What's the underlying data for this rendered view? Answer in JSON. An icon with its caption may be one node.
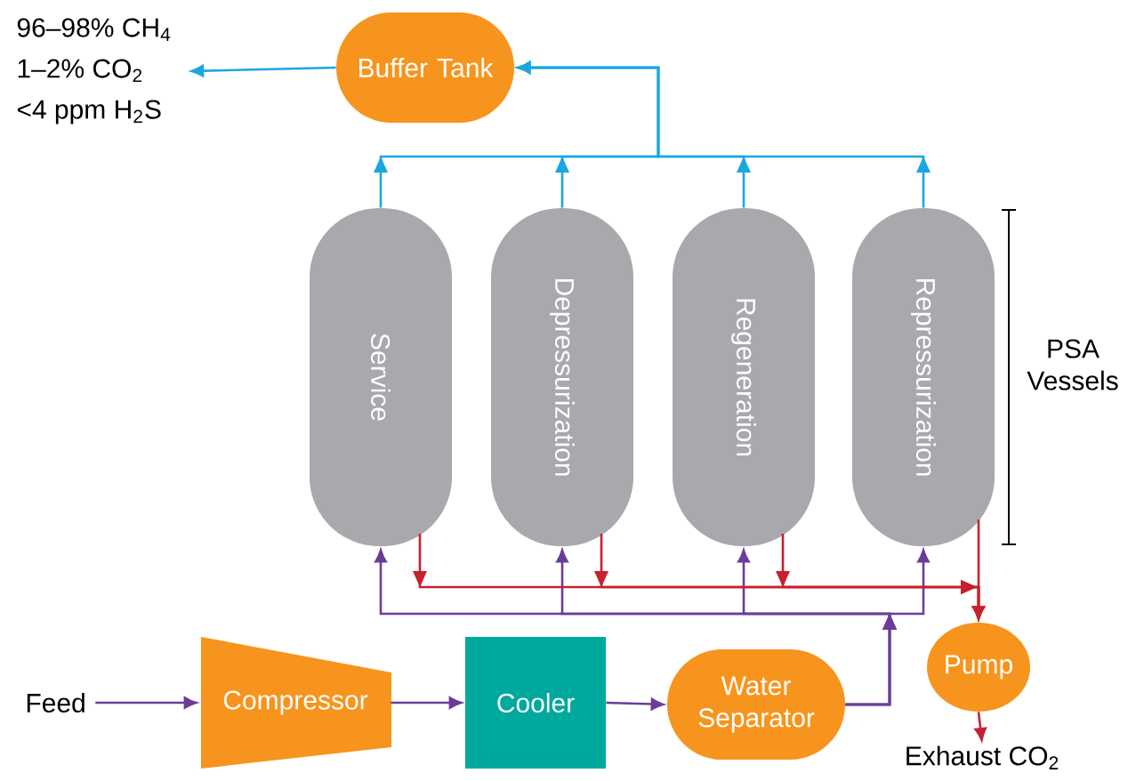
{
  "diagram": {
    "nodes": [
      {
        "text": [
          "Buffer Tank"
        ]
      },
      {
        "text": [
          "96–98% CH$_{4}$",
          "1–2% CO$_{2}$",
          "<4 ppm H$_{2}$S"
        ]
      },
      {
        "text": [
          "Service"
        ]
      },
      {
        "text": [
          "Depressurization"
        ]
      },
      {
        "text": [
          "Regeneration"
        ]
      },
      {
        "text": [
          "Repressurization"
        ]
      },
      {
        "text": [
          "Feed"
        ]
      },
      {
        "text": [
          "Compressor"
        ]
      },
      {
        "text": [
          "Cooler"
        ]
      },
      {
        "text": [
          "Water Separator"
        ]
      },
      {
        "text": [
          "Pump"
        ]
      },
      {
        "text": [
          "Exhaust CO$_{2}$"
        ]
      }
    ],
    "edges": [
      {
        "from": 2,
        "to": 0,
        "arrow": "to",
        "color": "#1ca6e0"
      },
      {
        "from": 3,
        "to": 0,
        "arrow": "to",
        "color": "#1ca6e0"
      },
      {
        "from": 4,
        "to": 0,
        "arrow": "to",
        "color": "#1ca6e0"
      },
      {
        "from": 5,
        "to": 0,
        "arrow": "to",
        "color": "#1ca6e0"
      },
      {
        "from": 0,
        "to": 1,
        "arrow": "to",
        "color": "#1ca6e0"
      },
      {
        "from": 6,
        "to": 7,
        "arrow": "to"
      },
      {
        "from": 7,
        "to": 8,
        "arrow": "to"
      },
      {
        "from": 8,
        "to": 9,
        "arrow": "to"
      },
      {
        "from": 9,
        "to": 2,
        "arrow": "to"
      },
      {
        "from": 9,
        "to": 3,
        "arrow": "to"
      },
      {
        "from": 9,
        "to": 4,
        "arrow": "to"
      },
      {
        "from": 9,
        "to": 5,
        "arrow": "to"
      },
      {
        "from": 2,
        "to": 10,
        "arrow": "to",
        "color": "#c8202f"
      },
      {
        "from": 3,
        "to": 10,
        "arrow": "to",
        "color": "#c8202f"
      },
      {
        "from": 4,
        "to": 10,
        "arrow": "to",
        "color": "#c8202f"
      },
      {
        "from": 5,
        "to": 10,
        "arrow": "to",
        "color": "#c8202f"
      },
      {
        "from": 10,
        "to": 11,
        "arrow": "to",
        "color": "#c8202f"
      }
    ],
    "labels": [
      "PSA Vessels"
    ]
  }
}
